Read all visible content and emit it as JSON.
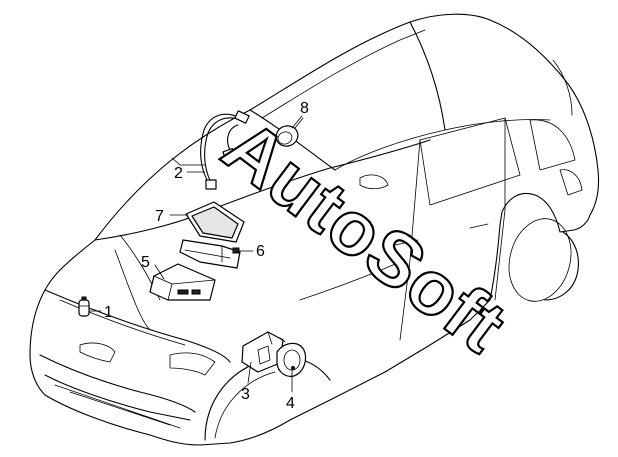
{
  "diagram": {
    "callouts": [
      {
        "id": "1",
        "label": "1"
      },
      {
        "id": "2",
        "label": "2"
      },
      {
        "id": "3",
        "label": "3"
      },
      {
        "id": "4",
        "label": "4"
      },
      {
        "id": "5",
        "label": "5"
      },
      {
        "id": "6",
        "label": "6"
      },
      {
        "id": "7",
        "label": "7"
      },
      {
        "id": "8",
        "label": "8"
      }
    ],
    "watermark": "AutoSoft"
  }
}
